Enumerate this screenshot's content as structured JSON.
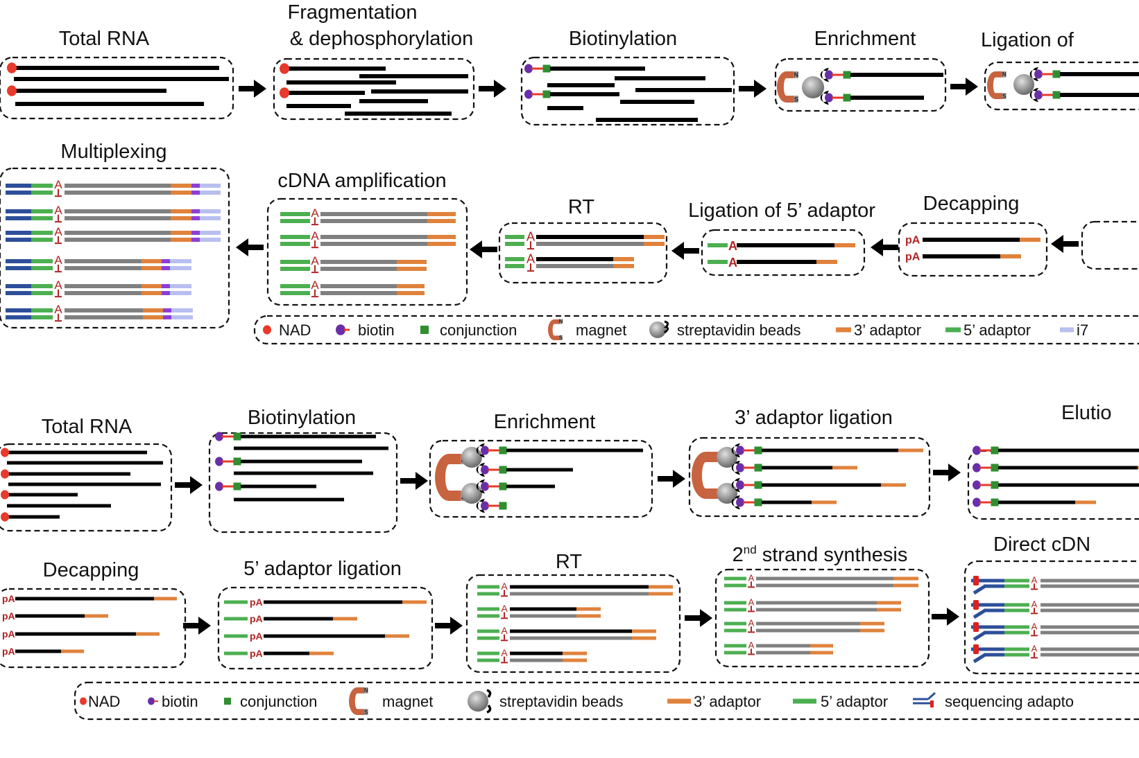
{
  "colors": {
    "nad": "#e8392b",
    "biotin": "#6a2fa8",
    "conjunction": "#2f8f2f",
    "linker": "#e8392b",
    "magnet": "#c8633f",
    "bead": "#8a8a8a",
    "rna": "#000000",
    "cdna": "#808080",
    "adaptor3": "#e0823c",
    "adaptor5": "#4caf50",
    "seq_adaptor": "#2d4f9a",
    "i7": "#b8bff0",
    "index": "#8b3fd6",
    "label_red": "#b22222"
  },
  "panel_a": {
    "steps": [
      {
        "title": "Total RNA"
      },
      {
        "title_line1": "Fragmentation",
        "title_line2": "& dephosphorylation"
      },
      {
        "title": "Biotinylation"
      },
      {
        "title": "Enrichment"
      },
      {
        "title": "Ligation of"
      },
      {
        "title": "Decapping"
      },
      {
        "title": "Ligation of 5’ adaptor"
      },
      {
        "title": "RT"
      },
      {
        "title": "cDNA amplification"
      },
      {
        "title": "Multiplexing"
      }
    ],
    "legend": [
      {
        "label": "NAD",
        "icon": "nad-icon"
      },
      {
        "label": "biotin",
        "icon": "biotin-icon"
      },
      {
        "label": "conjunction",
        "icon": "conjunction-icon"
      },
      {
        "label": "magnet",
        "icon": "magnet-icon"
      },
      {
        "label": "streptavidin beads",
        "icon": "bead-icon"
      },
      {
        "label": "3’ adaptor",
        "icon": "adaptor3-icon"
      },
      {
        "label": "5’ adaptor",
        "icon": "adaptor5-icon"
      },
      {
        "label": "i7",
        "icon": "i7-icon"
      }
    ]
  },
  "panel_b": {
    "steps": [
      {
        "title": "Total RNA"
      },
      {
        "title": "Biotinylation"
      },
      {
        "title": "Enrichment"
      },
      {
        "title": "3’ adaptor ligation"
      },
      {
        "title": "Elutio"
      },
      {
        "title": "Decapping"
      },
      {
        "title": "5’ adaptor ligation"
      },
      {
        "title": "RT"
      },
      {
        "title_sup": "nd",
        "title_pre": "2",
        "title_post": " strand synthesis"
      },
      {
        "title": "Direct cDN"
      }
    ],
    "legend": [
      {
        "label": "NAD",
        "icon": "nad-icon"
      },
      {
        "label": "biotin",
        "icon": "biotin-icon"
      },
      {
        "label": "conjunction",
        "icon": "conjunction-icon"
      },
      {
        "label": "magnet",
        "icon": "magnet-icon"
      },
      {
        "label": "streptavidin beads",
        "icon": "bead-icon"
      },
      {
        "label": "3’ adaptor",
        "icon": "adaptor3-icon"
      },
      {
        "label": "5’ adaptor",
        "icon": "adaptor5-icon"
      },
      {
        "label": "sequencing adapto",
        "icon": "sequencing-adaptor-icon"
      }
    ]
  },
  "glyphs": {
    "magnet_n": "N",
    "magnet_s": "S",
    "pA": "pA",
    "A": "A"
  }
}
